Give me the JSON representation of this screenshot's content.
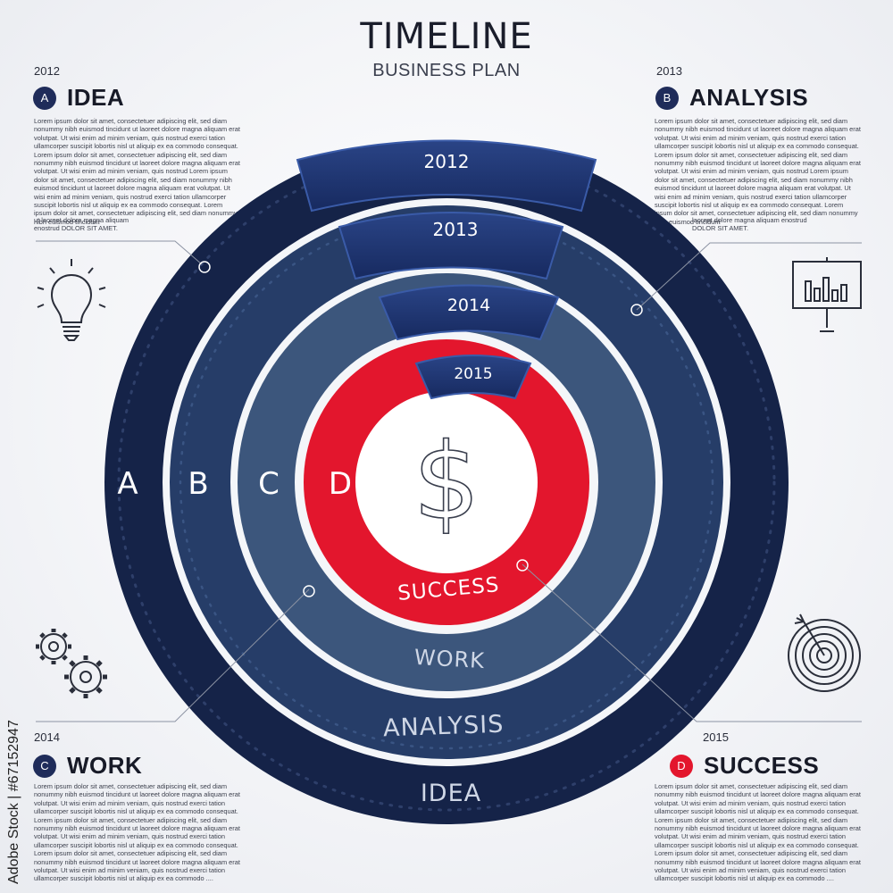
{
  "header": {
    "title": "TIMELINE",
    "subtitle": "BUSINESS PLAN"
  },
  "colors": {
    "ring_a": "#152348",
    "ring_b": "#263d68",
    "ring_c": "#3c567c",
    "ring_d": "#e3162d",
    "tab": "#1e3472",
    "badge_blue": "#1f2c5a",
    "badge_red": "#e3162d"
  },
  "icons": [
    "lightbulb-icon",
    "presentation-chart-icon",
    "gears-icon",
    "target-icon",
    "dollar-icon"
  ],
  "steps": {
    "a": {
      "year": "2012",
      "letter": "A",
      "title": "IDEA",
      "body": "Lorem ipsum dolor sit amet, consectetuer adipiscing elit, sed diam nonummy nibh euismod tincidunt ut laoreet dolore magna aliquam erat volutpat. Ut wisi enim ad minim veniam, quis nostrud exerci tation ullamcorper suscipit lobortis nisl ut aliquip ex ea commodo consequat. Lorem ipsum dolor sit amet, consectetuer adipiscing elit, sed diam nonummy nibh euismod tincidunt ut laoreet dolore magna aliquam erat volutpat. Ut wisi enim ad minim veniam, quis nostrud Lorem ipsum dolor sit amet, consectetuer adipiscing elit, sed diam nonummy nibh euismod tincidunt ut laoreet dolore magna aliquam erat volutpat. Ut wisi enim ad minim veniam, quis nostrud exerci tation ullamcorper suscipit lobortis nisl ut aliquip ex ea commodo consequat. Lorem ipsum dolor sit amet, consectetuer adipiscing elit, sed diam nonummy nibh euismod tincidunt",
      "extra": "ut laoreet dolore magna aliquam enostrud DOLOR SIT AMET."
    },
    "b": {
      "year": "2013",
      "letter": "B",
      "title": "ANALYSIS",
      "body": "Lorem ipsum dolor sit amet, consectetuer adipiscing elit, sed diam nonummy nibh euismod tincidunt ut laoreet dolore magna aliquam erat volutpat. Ut wisi enim ad minim veniam, quis nostrud exerci tation ullamcorper suscipit lobortis nisl ut aliquip ex ea commodo consequat. Lorem ipsum dolor sit amet, consectetuer adipiscing elit, sed diam nonummy nibh euismod tincidunt ut laoreet dolore magna aliquam erat volutpat. Ut wisi enim ad minim veniam, quis nostrud Lorem ipsum dolor sit amet, consectetuer adipiscing elit, sed diam nonummy nibh euismod tincidunt ut laoreet dolore magna aliquam erat volutpat. Ut wisi enim ad minim veniam, quis nostrud exerci tation ullamcorper suscipit lobortis nisl ut aliquip ex ea commodo consequat. Lorem ipsum dolor sit amet, consectetuer adipiscing elit, sed diam nonummy nibh euismod tincidunt",
      "extra": "laoreet dolore magna aliquam enostrud DOLOR SIT AMET."
    },
    "c": {
      "year": "2014",
      "letter": "C",
      "title": "WORK",
      "body": "Lorem ipsum dolor sit amet, consectetuer adipiscing elit, sed diam nonummy nibh euismod tincidunt ut laoreet dolore magna aliquam erat volutpat. Ut wisi enim ad minim veniam, quis nostrud exerci tation ullamcorper suscipit lobortis nisl ut aliquip ex ea commodo consequat. Lorem ipsum dolor sit amet, consectetuer adipiscing elit, sed diam nonummy nibh euismod tincidunt ut laoreet dolore magna aliquam erat volutpat. Ut wisi enim ad minim veniam, quis nostrud exerci tation ullamcorper suscipit lobortis nisl ut aliquip ex ea commodo consequat. Lorem ipsum dolor sit amet, consectetuer adipiscing elit, sed diam nonummy nibh euismod tincidunt ut laoreet dolore magna aliquam erat volutpat. Ut wisi enim ad minim veniam, quis nostrud exerci tation ullamcorper suscipit lobortis nisl ut aliquip ex ea commodo ...."
    },
    "d": {
      "year": "2015",
      "letter": "D",
      "title": "SUCCESS",
      "body": "Lorem ipsum dolor sit amet, consectetuer adipiscing elit, sed diam nonummy nibh euismod tincidunt ut laoreet dolore magna aliquam erat volutpat. Ut wisi enim ad minim veniam, quis nostrud exerci tation ullamcorper suscipit lobortis nisl ut aliquip ex ea commodo consequat. Lorem ipsum dolor sit amet, consectetuer adipiscing elit, sed diam nonummy nibh euismod tincidunt ut laoreet dolore magna aliquam erat volutpat. Ut wisi enim ad minim veniam, quis nostrud exerci tation ullamcorper suscipit lobortis nisl ut aliquip ex ea commodo consequat. Lorem ipsum dolor sit amet, consectetuer adipiscing elit, sed diam nonummy nibh euismod tincidunt ut laoreet dolore magna aliquam erat volutpat. Ut wisi enim ad minim veniam, quis nostrud exerci tation ullamcorper suscipit lobortis nisl ut aliquip ex ea commodo ...."
    }
  },
  "rings": {
    "letters": [
      "A",
      "B",
      "C",
      "D"
    ],
    "labels": [
      "IDEA",
      "ANALYSIS",
      "WORK",
      "SUCCESS"
    ],
    "tabs": [
      "2012",
      "2013",
      "2014",
      "2015"
    ]
  },
  "watermark": "Adobe Stock | #67152947"
}
